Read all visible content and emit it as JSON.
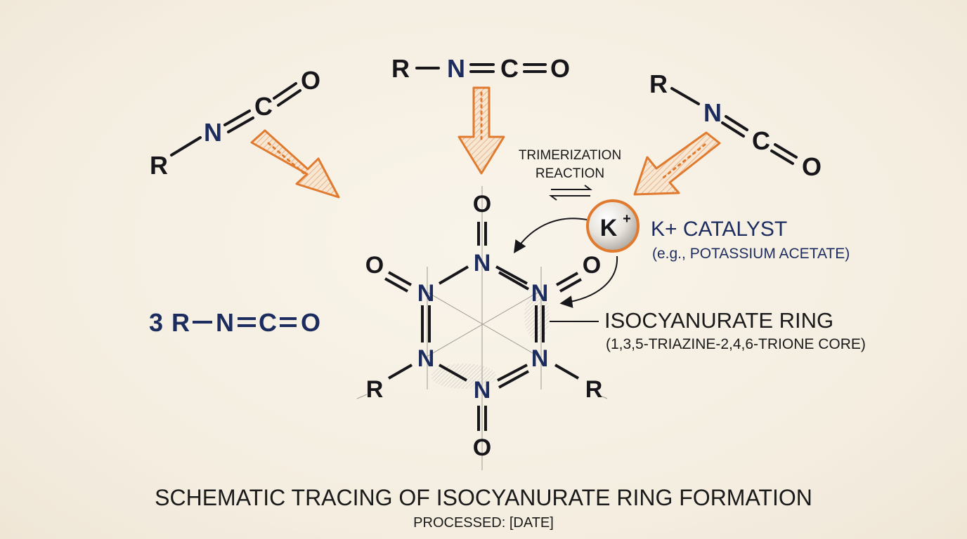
{
  "monomer_left": {
    "r": "R",
    "n": "N",
    "c": "C",
    "o": "O"
  },
  "monomer_top": {
    "r": "R",
    "n": "N",
    "c": "C",
    "o": "O"
  },
  "monomer_right": {
    "r": "R",
    "n": "N",
    "c": "C",
    "o": "O"
  },
  "reaction": {
    "line1": "TRIMERIZATION",
    "line2": "REACTION",
    "equilibrium_symbol": "⇌"
  },
  "catalyst": {
    "symbol": "K",
    "charge": "+",
    "title": "K+ CATALYST",
    "example": "(e.g., POTASSIUM ACETATE)"
  },
  "stoichiometry": {
    "coefficient": "3",
    "r": "R",
    "n": "N",
    "c": "C",
    "o": "O"
  },
  "ring": {
    "n_top": "N",
    "n_upper_left": "N",
    "n_upper_right": "N",
    "n_lower_left": "N",
    "n_lower_right": "N",
    "n_bottom": "N",
    "o_top": "O",
    "o_upper_left": "O",
    "o_upper_right": "O",
    "o_bottom": "O",
    "r_left": "R",
    "r_right": "R"
  },
  "ring_label": {
    "title": "ISOCYANURATE RING",
    "subtitle": "(1,3,5-TRIAZINE-2,4,6-TRIONE CORE)"
  },
  "caption": {
    "title": "SCHEMATIC TRACING OF ISOCYANURATE RING FORMATION",
    "processed": "PROCESSED: [DATE]"
  },
  "colors": {
    "background": "#f6f0e4",
    "ink": "#17161a",
    "navy": "#1c2c5e",
    "orange": "#e07a2e"
  },
  "icons": {
    "reactant_arrows": "orange-hatched-arrow",
    "catalyst_badge": "potassium-ion-sphere",
    "catalyst_arrows": "curved-arrow"
  }
}
